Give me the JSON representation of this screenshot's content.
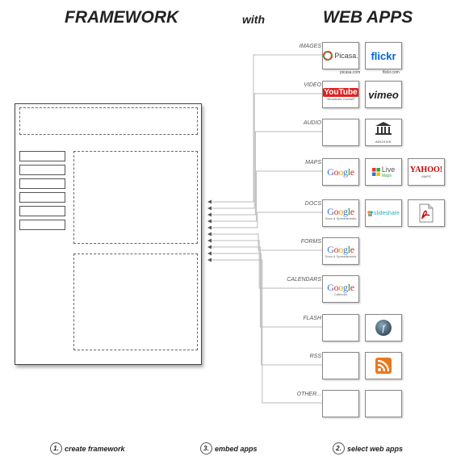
{
  "headings": {
    "framework": "FRAMEWORK",
    "with": "with",
    "web_apps": "WEB APPS"
  },
  "categories": [
    {
      "label": "IMAGES",
      "tiles": [
        {
          "kind": "picasa",
          "text": "Picasa.",
          "caption": "picasa.com"
        },
        {
          "kind": "flickr",
          "text": "flickr",
          "caption": "flickr.com"
        }
      ]
    },
    {
      "label": "VIDEO",
      "tiles": [
        {
          "kind": "youtube",
          "text": "YouTube",
          "sub": "Broadcast Yourself"
        },
        {
          "kind": "vimeo",
          "text": "vimeo"
        }
      ]
    },
    {
      "label": "AUDIO",
      "tiles": [
        {
          "kind": "blank"
        },
        {
          "kind": "archive",
          "text": "ARCHIVE"
        }
      ]
    },
    {
      "label": "MAPS",
      "tiles": [
        {
          "kind": "google",
          "text": "Google"
        },
        {
          "kind": "live",
          "text": "Live",
          "sub": "Maps"
        },
        {
          "kind": "yahoo",
          "text": "YAHOO!",
          "sub": "MAPS"
        }
      ]
    },
    {
      "label": "DOCS",
      "tiles": [
        {
          "kind": "google",
          "text": "Google",
          "sub": "Docs & Spreadsheets"
        },
        {
          "kind": "slideshare",
          "text": "slideshare"
        },
        {
          "kind": "pdf"
        }
      ]
    },
    {
      "label": "FORMS",
      "tiles": [
        {
          "kind": "google",
          "text": "Google",
          "sub": "Docs & Spreadsheets"
        }
      ]
    },
    {
      "label": "CALENDARS",
      "tiles": [
        {
          "kind": "google",
          "text": "Google",
          "sub": "Calendar"
        }
      ]
    },
    {
      "label": "FLASH",
      "tiles": [
        {
          "kind": "blank"
        },
        {
          "kind": "flash",
          "text": "f"
        }
      ]
    },
    {
      "label": "RSS",
      "tiles": [
        {
          "kind": "blank"
        },
        {
          "kind": "rss"
        }
      ]
    },
    {
      "label": "OTHER...",
      "tiles": [
        {
          "kind": "blank"
        },
        {
          "kind": "blank"
        }
      ]
    }
  ],
  "steps": [
    {
      "num": "1.",
      "label": "create framework"
    },
    {
      "num": "3.",
      "label": "embed apps"
    },
    {
      "num": "2.",
      "label": "select web apps"
    }
  ]
}
